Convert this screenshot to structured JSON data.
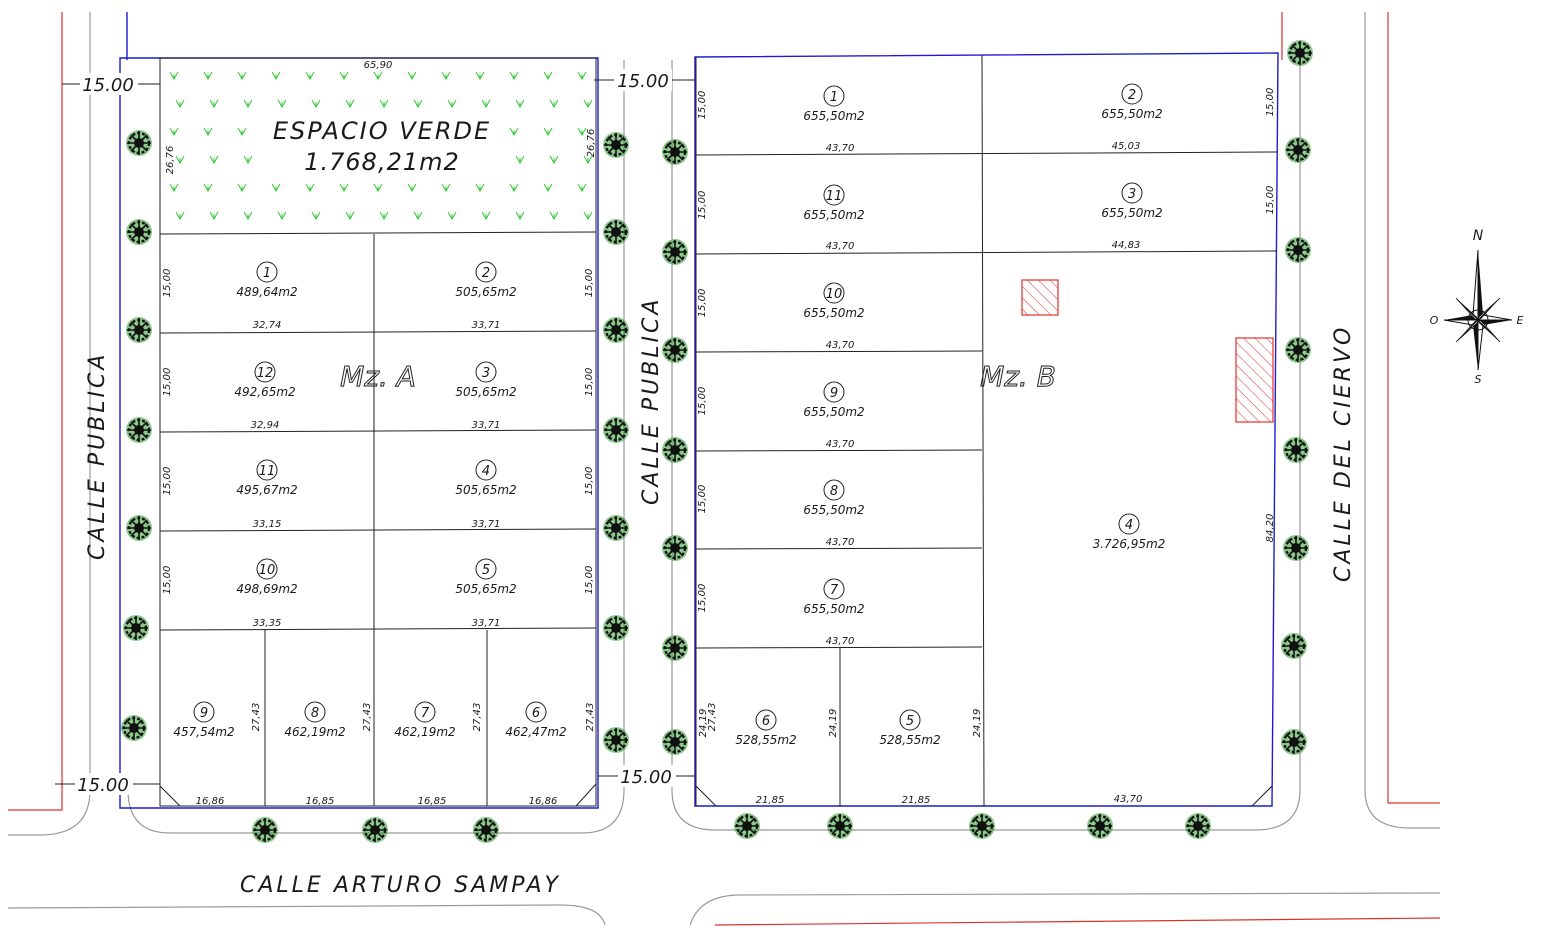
{
  "colors": {
    "lot_line": "#222222",
    "block_outline": "#1d1dcc",
    "property_line": "#e03030",
    "street_edge": "#9a9a9a",
    "vegetation": "#33cc33",
    "hatch": "#e03030"
  },
  "streets": {
    "left": "CALLE PUBLICA",
    "middle": "CALLE PUBLICA",
    "right": "CALLE DEL CIERVO",
    "bottom": "CALLE ARTURO SAMPAY",
    "width_labels": [
      "15.00",
      "15.00",
      "15.00",
      "15.00"
    ]
  },
  "green_space": {
    "title": "ESPACIO VERDE",
    "area": "1.768,21m2",
    "top_dim": "65,90",
    "side_dim_left": "26,76",
    "side_dim_right": "26,76"
  },
  "block_a": {
    "label": "Mz. A",
    "lots": [
      {
        "num": "1",
        "area": "489,64m2",
        "dim": "32,74"
      },
      {
        "num": "2",
        "area": "505,65m2",
        "dim": "33,71"
      },
      {
        "num": "12",
        "area": "492,65m2",
        "dim": "32,94"
      },
      {
        "num": "3",
        "area": "505,65m2",
        "dim": "33,71"
      },
      {
        "num": "11",
        "area": "495,67m2",
        "dim": "33,15"
      },
      {
        "num": "4",
        "area": "505,65m2",
        "dim": "33,71"
      },
      {
        "num": "10",
        "area": "498,69m2",
        "dim": "33,35"
      },
      {
        "num": "5",
        "area": "505,65m2",
        "dim": "33,71"
      },
      {
        "num": "9",
        "area": "457,54m2",
        "dim": "16,86"
      },
      {
        "num": "8",
        "area": "462,19m2",
        "dim": "16,85"
      },
      {
        "num": "7",
        "area": "462,19m2",
        "dim": "16,85"
      },
      {
        "num": "6",
        "area": "462,47m2",
        "dim": "16,86"
      }
    ],
    "side_dims": [
      "15,00",
      "15,00",
      "15,00",
      "15,00"
    ],
    "bottom_side_dims": [
      "27,43",
      "27,43",
      "27,43",
      "27,43",
      "27,43"
    ]
  },
  "block_b": {
    "label": "Mz. B",
    "lots": [
      {
        "num": "1",
        "area": "655,50m2",
        "dim": "43,70"
      },
      {
        "num": "2",
        "area": "655,50m2",
        "dim": "45,03"
      },
      {
        "num": "11",
        "area": "655,50m2",
        "dim": "43,70"
      },
      {
        "num": "3",
        "area": "655,50m2",
        "dim": "44,83"
      },
      {
        "num": "10",
        "area": "655,50m2",
        "dim": "43,70"
      },
      {
        "num": "9",
        "area": "655,50m2",
        "dim": "43,70"
      },
      {
        "num": "8",
        "area": "655,50m2",
        "dim": "43,70"
      },
      {
        "num": "7",
        "area": "655,50m2",
        "dim": "43,70"
      },
      {
        "num": "4",
        "area": "3.726,95m2",
        "dim": "43,70"
      },
      {
        "num": "6",
        "area": "528,55m2",
        "dim": "21,85"
      },
      {
        "num": "5",
        "area": "528,55m2",
        "dim": "21,85"
      }
    ],
    "side_dims": [
      "15,00",
      "15,00",
      "15,00",
      "15,00",
      "15,00",
      "15,00"
    ],
    "right_dims": [
      "15,00",
      "15,00",
      "84,20"
    ],
    "bottom_side_dims": [
      "24,19",
      "24,19",
      "24,19"
    ]
  },
  "compass": {
    "n": "N",
    "s": "S",
    "e": "E",
    "w": "O"
  }
}
